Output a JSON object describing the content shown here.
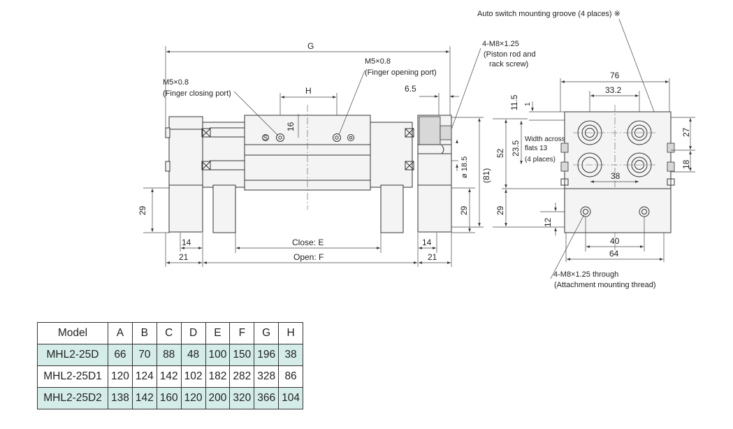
{
  "labels": {
    "G": "G",
    "H": "H",
    "m5_closing": "M5×0.8",
    "finger_closing_port": "(Finger closing port)",
    "m5_opening": "M5×0.8",
    "finger_opening_port": "(Finger opening port)",
    "thread_4m8": "4-M8×1.25",
    "piston_rod_1": "(Piston rod and",
    "piston_rod_2": "rack screw)",
    "auto_switch": "Auto switch mounting groove (4 places) ※",
    "dim_6_5": "6.5",
    "dim_16": "16",
    "dia_18_5": "ø 18.5",
    "dim_81": "(81)",
    "dim_29_left": "29",
    "dim_29_right": "29",
    "dim_14_left": "14",
    "dim_14_right": "14",
    "dim_21_left": "21",
    "dim_21_right": "21",
    "close_e": "Close: E",
    "open_f": "Open: F",
    "sym_s": "S",
    "sym_o": "O",
    "dim_76": "76",
    "dim_33_2": "33.2",
    "dim_11_5": "11.5",
    "dim_1": "1",
    "width_across_1": "Width across",
    "width_across_2": "flats 13",
    "width_across_3": "(4 places)",
    "dim_52": "52",
    "dim_23_5": "23.5",
    "dim_27": "27",
    "dim_18": "18",
    "dim_38": "38",
    "dim_29_side": "29",
    "dim_12": "12",
    "dim_40": "40",
    "dim_64": "64",
    "through_1": "4-M8×1.25 through",
    "through_2": "(Attachment mounting thread)"
  },
  "table": {
    "headers": [
      "Model",
      "A",
      "B",
      "C",
      "D",
      "E",
      "F",
      "G",
      "H"
    ],
    "rows": [
      [
        "MHL2-25D",
        "66",
        "70",
        "88",
        "48",
        "100",
        "150",
        "196",
        "38"
      ],
      [
        "MHL2-25D1",
        "120",
        "124",
        "142",
        "102",
        "182",
        "282",
        "328",
        "86"
      ],
      [
        "MHL2-25D2",
        "138",
        "142",
        "160",
        "120",
        "200",
        "320",
        "366",
        "104"
      ]
    ]
  }
}
